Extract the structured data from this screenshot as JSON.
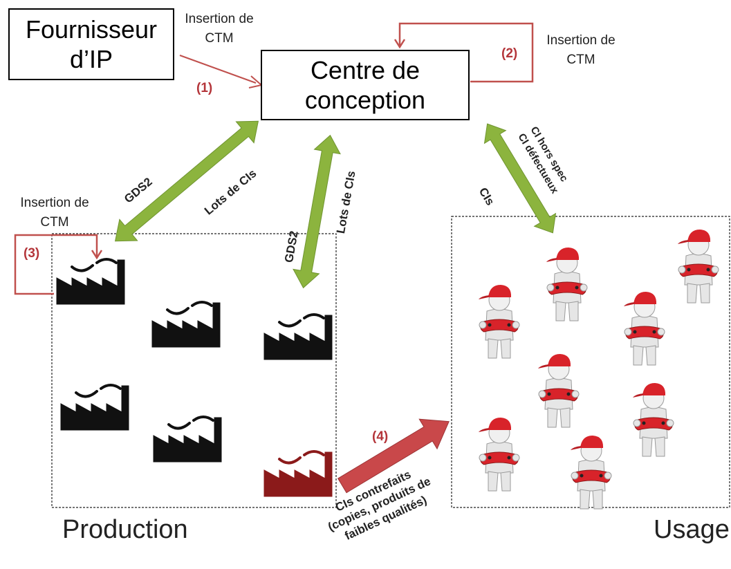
{
  "nodes": {
    "ip_supplier": "Fournisseur d’IP",
    "design_center": "Centre de conception"
  },
  "labels": {
    "insertion_ctm_1": "Insertion de CTM",
    "insertion_ctm_2": "Insertion de CTM",
    "insertion_ctm_3": "Insertion de CTM",
    "step1": "(1)",
    "step2": "(2)",
    "step3": "(3)",
    "step4": "(4)",
    "gds2_left": "GDS2",
    "lots_left": "Lots de CIs",
    "gds2_mid": "GDS2",
    "lots_mid": "Lots de CIs",
    "cis_right": "CIs",
    "ci_hors_spec": "CI hors spec",
    "ci_defectueux": "CI défectueux",
    "counterfeit_line1": "CIs contrefaits",
    "counterfeit_line2": "(copies, produits de",
    "counterfeit_line3": "faibles qualités)"
  },
  "sections": {
    "production": "Production",
    "usage": "Usage"
  },
  "colors": {
    "green_arrow": "#8cb43e",
    "red_arrow": "#c9484a",
    "feedback_red": "#c0504d",
    "factory_black": "#111111",
    "factory_red": "#8b1a1a",
    "cap_red": "#d8232a"
  },
  "icons": {
    "factory": "factory-icon",
    "counterfeit_factory": "counterfeit-factory-icon",
    "user": "user-with-gamepad-icon"
  }
}
